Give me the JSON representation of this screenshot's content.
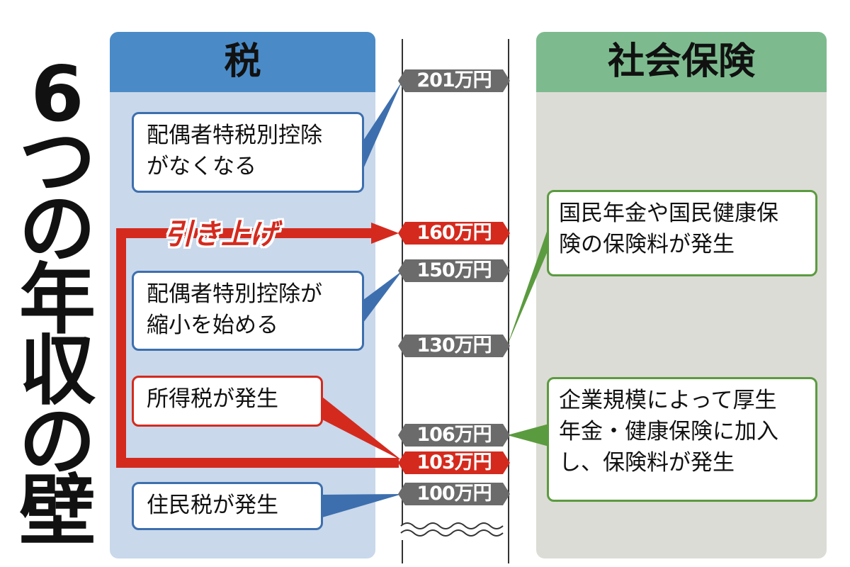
{
  "title_chars": [
    "6",
    "つ",
    "の",
    "年",
    "収",
    "の",
    "壁"
  ],
  "headers": {
    "tax": "税",
    "social": "社会保険"
  },
  "thresholds": [
    "201万円",
    "160万円",
    "150万円",
    "130万円",
    "106万円",
    "103万円",
    "100万円"
  ],
  "raise_label": "引き上げ",
  "tax_boxes": [
    {
      "line1": "配偶者特税別控除",
      "line2": "がなくなる"
    },
    {
      "line1": "配偶者特別控除が",
      "line2": "縮小を始める"
    },
    {
      "line1": "所得税が発生",
      "line2": ""
    },
    {
      "line1": "住民税が発生",
      "line2": ""
    }
  ],
  "social_boxes": [
    {
      "line1": "国民年金や国民健康保",
      "line2": "険の保険料が発生",
      "line3": ""
    },
    {
      "line1": "企業規模によって厚生",
      "line2": "年金・健康保険に加入",
      "line3": "し、保険料が発生"
    }
  ],
  "colors": {
    "tax_header": "#4a8bc7",
    "tax_panel": "#c9d8eb",
    "social_header": "#7dbb8f",
    "social_panel": "#dcdcd6",
    "accent_red": "#d42a1e",
    "label_gray": "#6b6b6b",
    "box_blue": "#3d6fae",
    "box_green": "#5b9b3f"
  }
}
